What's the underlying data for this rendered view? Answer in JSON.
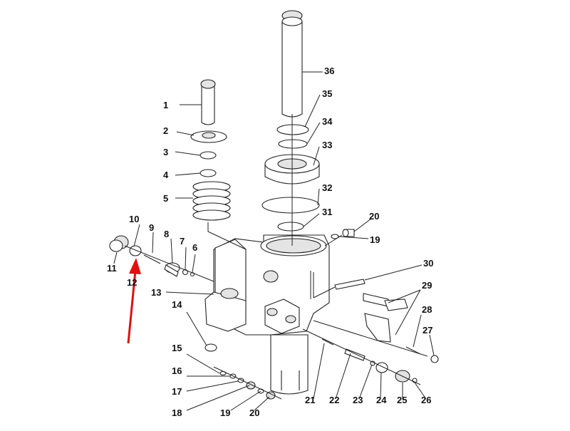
{
  "diagram": {
    "labels": [
      "1",
      "2",
      "3",
      "4",
      "5",
      "6",
      "7",
      "8",
      "9",
      "10",
      "11",
      "12",
      "13",
      "14",
      "15",
      "16",
      "17",
      "18",
      "19",
      "20",
      "21",
      "22",
      "23",
      "24",
      "25",
      "26",
      "27",
      "28",
      "29",
      "30",
      "31",
      "32",
      "33",
      "34",
      "35",
      "36",
      "19",
      "20"
    ],
    "arrow_color": "#e01010"
  }
}
